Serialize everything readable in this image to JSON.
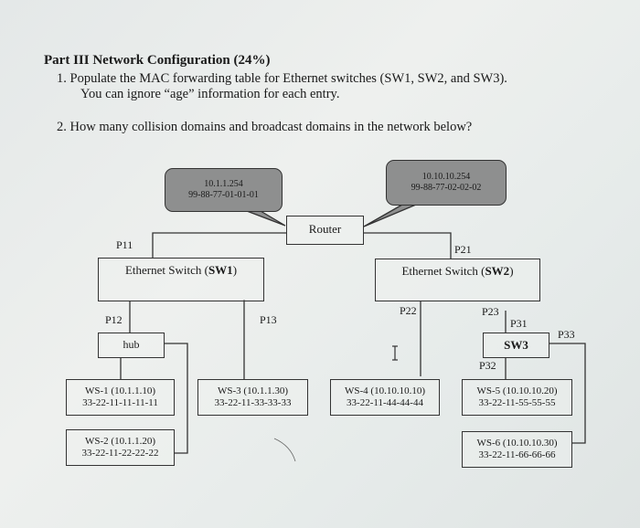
{
  "header": {
    "title": "Part III Network Configuration (24%)",
    "q1_line1": "1.  Populate the MAC forwarding table for Ethernet switches (SW1, SW2, and SW3).",
    "q1_line2": "You can ignore “age” information for each entry.",
    "q2": "2.  How many collision domains and broadcast domains in the network below?"
  },
  "diagram": {
    "router": "Router",
    "router_if1": {
      "ip": "10.1.1.254",
      "mac": "99-88-77-01-01-01"
    },
    "router_if2": {
      "ip": "10.10.10.254",
      "mac": "99-88-77-02-02-02"
    },
    "sw1": {
      "label": "Ethernet Switch (",
      "name": "SW1",
      "close": ")"
    },
    "sw2": {
      "label": "Ethernet Switch (",
      "name": "SW2",
      "close": ")"
    },
    "sw3": "SW3",
    "hub": "hub",
    "ports": {
      "p11": "P11",
      "p12": "P12",
      "p13": "P13",
      "p21": "P21",
      "p22": "P22",
      "p23": "P23",
      "p31": "P31",
      "p32": "P32",
      "p33": "P33"
    },
    "workstations": [
      {
        "name": "WS-1 (10.1.1.10)",
        "mac": "33-22-11-11-11-11"
      },
      {
        "name": "WS-2 (10.1.1.20)",
        "mac": "33-22-11-22-22-22"
      },
      {
        "name": "WS-3 (10.1.1.30)",
        "mac": "33-22-11-33-33-33"
      },
      {
        "name": "WS-4 (10.10.10.10)",
        "mac": "33-22-11-44-44-44"
      },
      {
        "name": "WS-5 (10.10.10.20)",
        "mac": "33-22-11-55-55-55"
      },
      {
        "name": "WS-6 (10.10.10.30)",
        "mac": "33-22-11-66-66-66"
      }
    ]
  }
}
